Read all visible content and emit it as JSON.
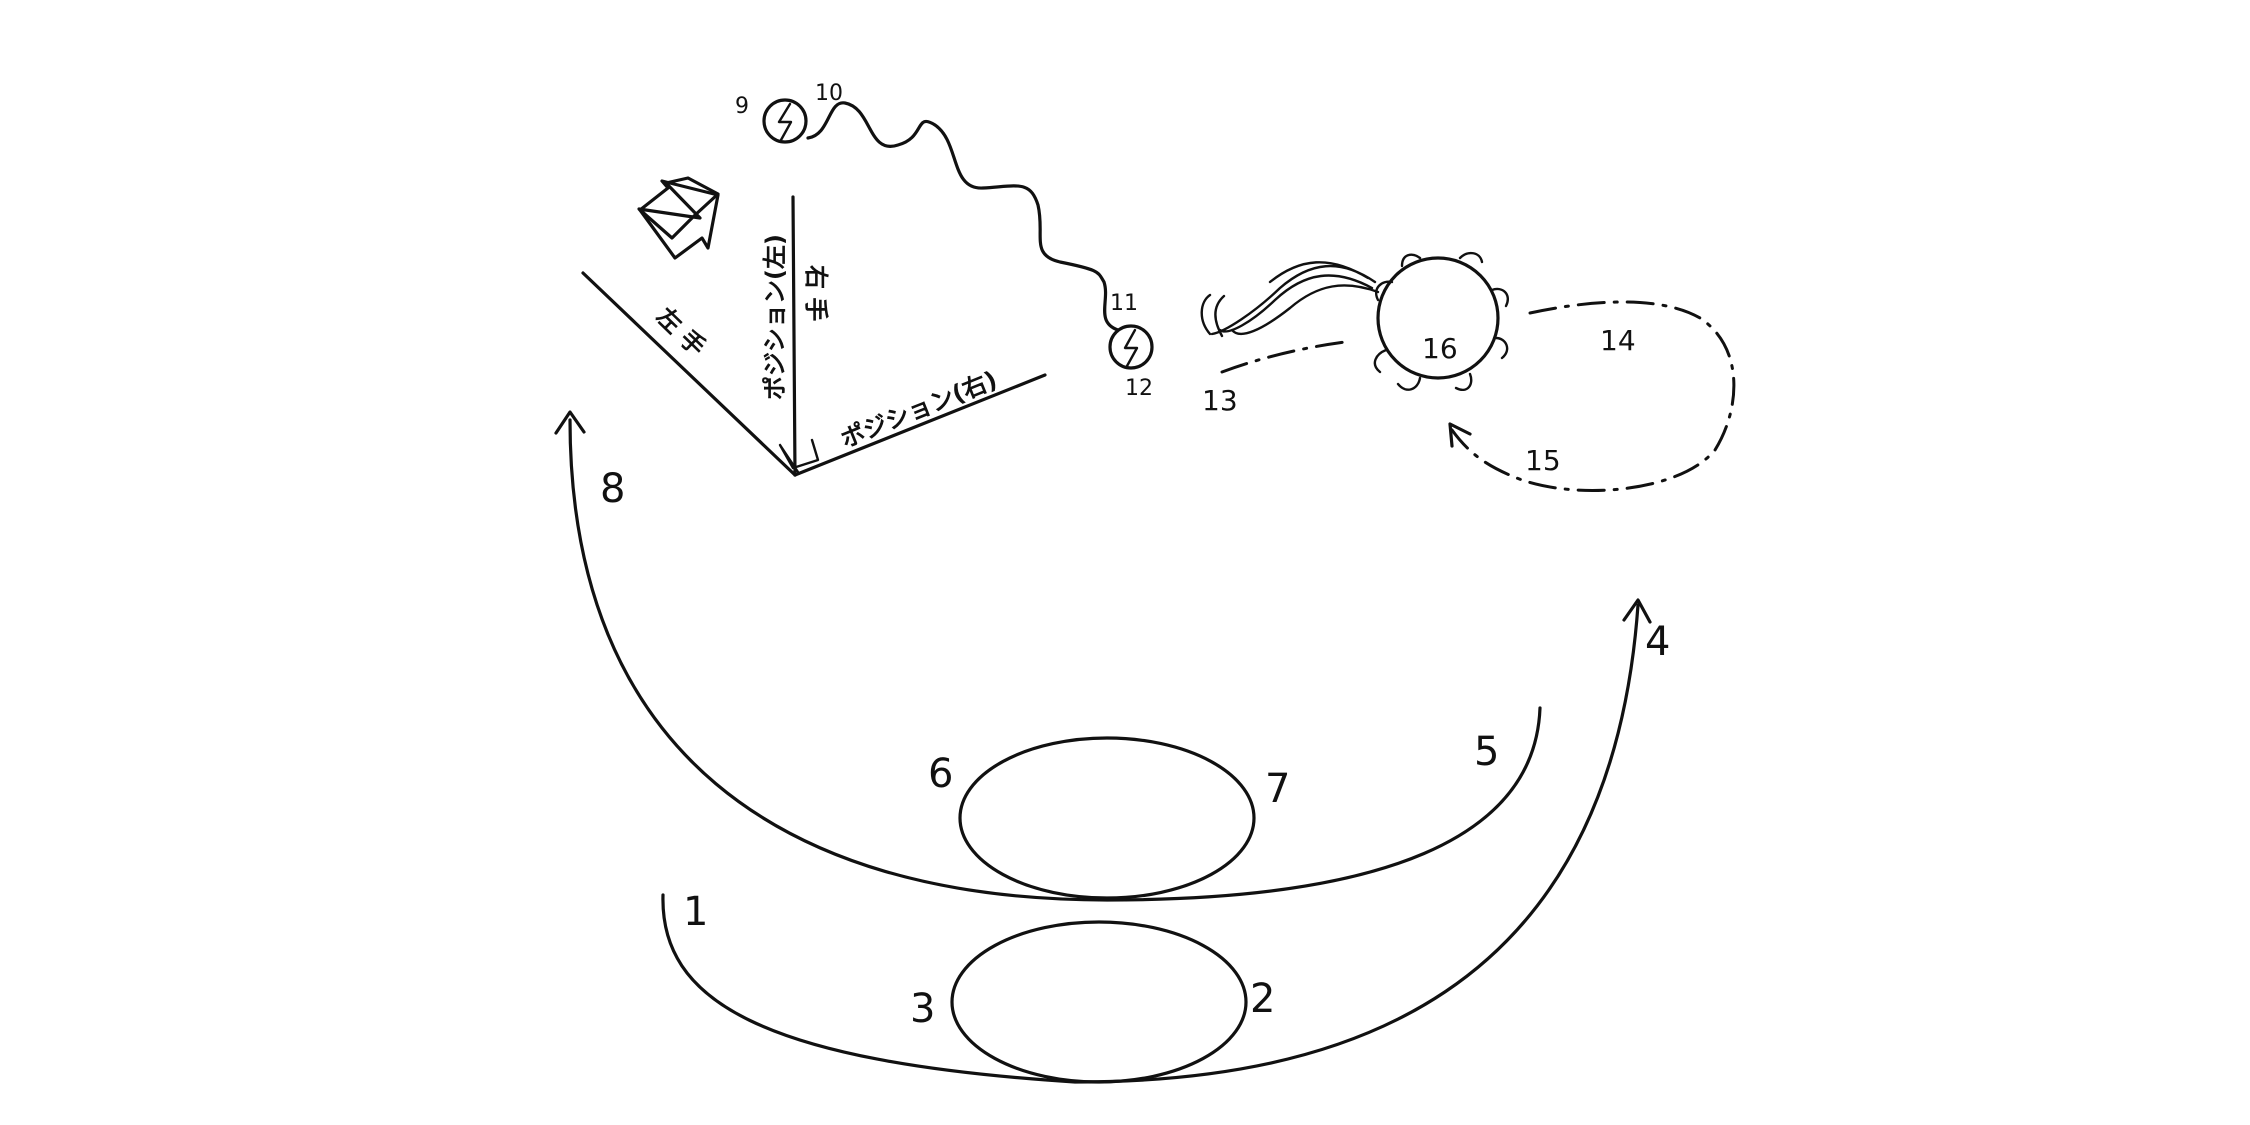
{
  "labels": {
    "n1": "1",
    "n2": "2",
    "n3": "3",
    "n4": "4",
    "n5": "5",
    "n6": "6",
    "n7": "7",
    "n8": "8",
    "n9": "9",
    "n10": "10",
    "n11": "11",
    "n12": "12",
    "n13": "13",
    "n14": "14",
    "n15": "15",
    "n16": "16"
  },
  "text": {
    "left_hand": "左 手",
    "right_hand": "右 手",
    "position_left": "ポジション(左)",
    "position_right": "ポジション(右)"
  },
  "colors": {
    "ink": "#111111",
    "background": "#ffffff"
  }
}
